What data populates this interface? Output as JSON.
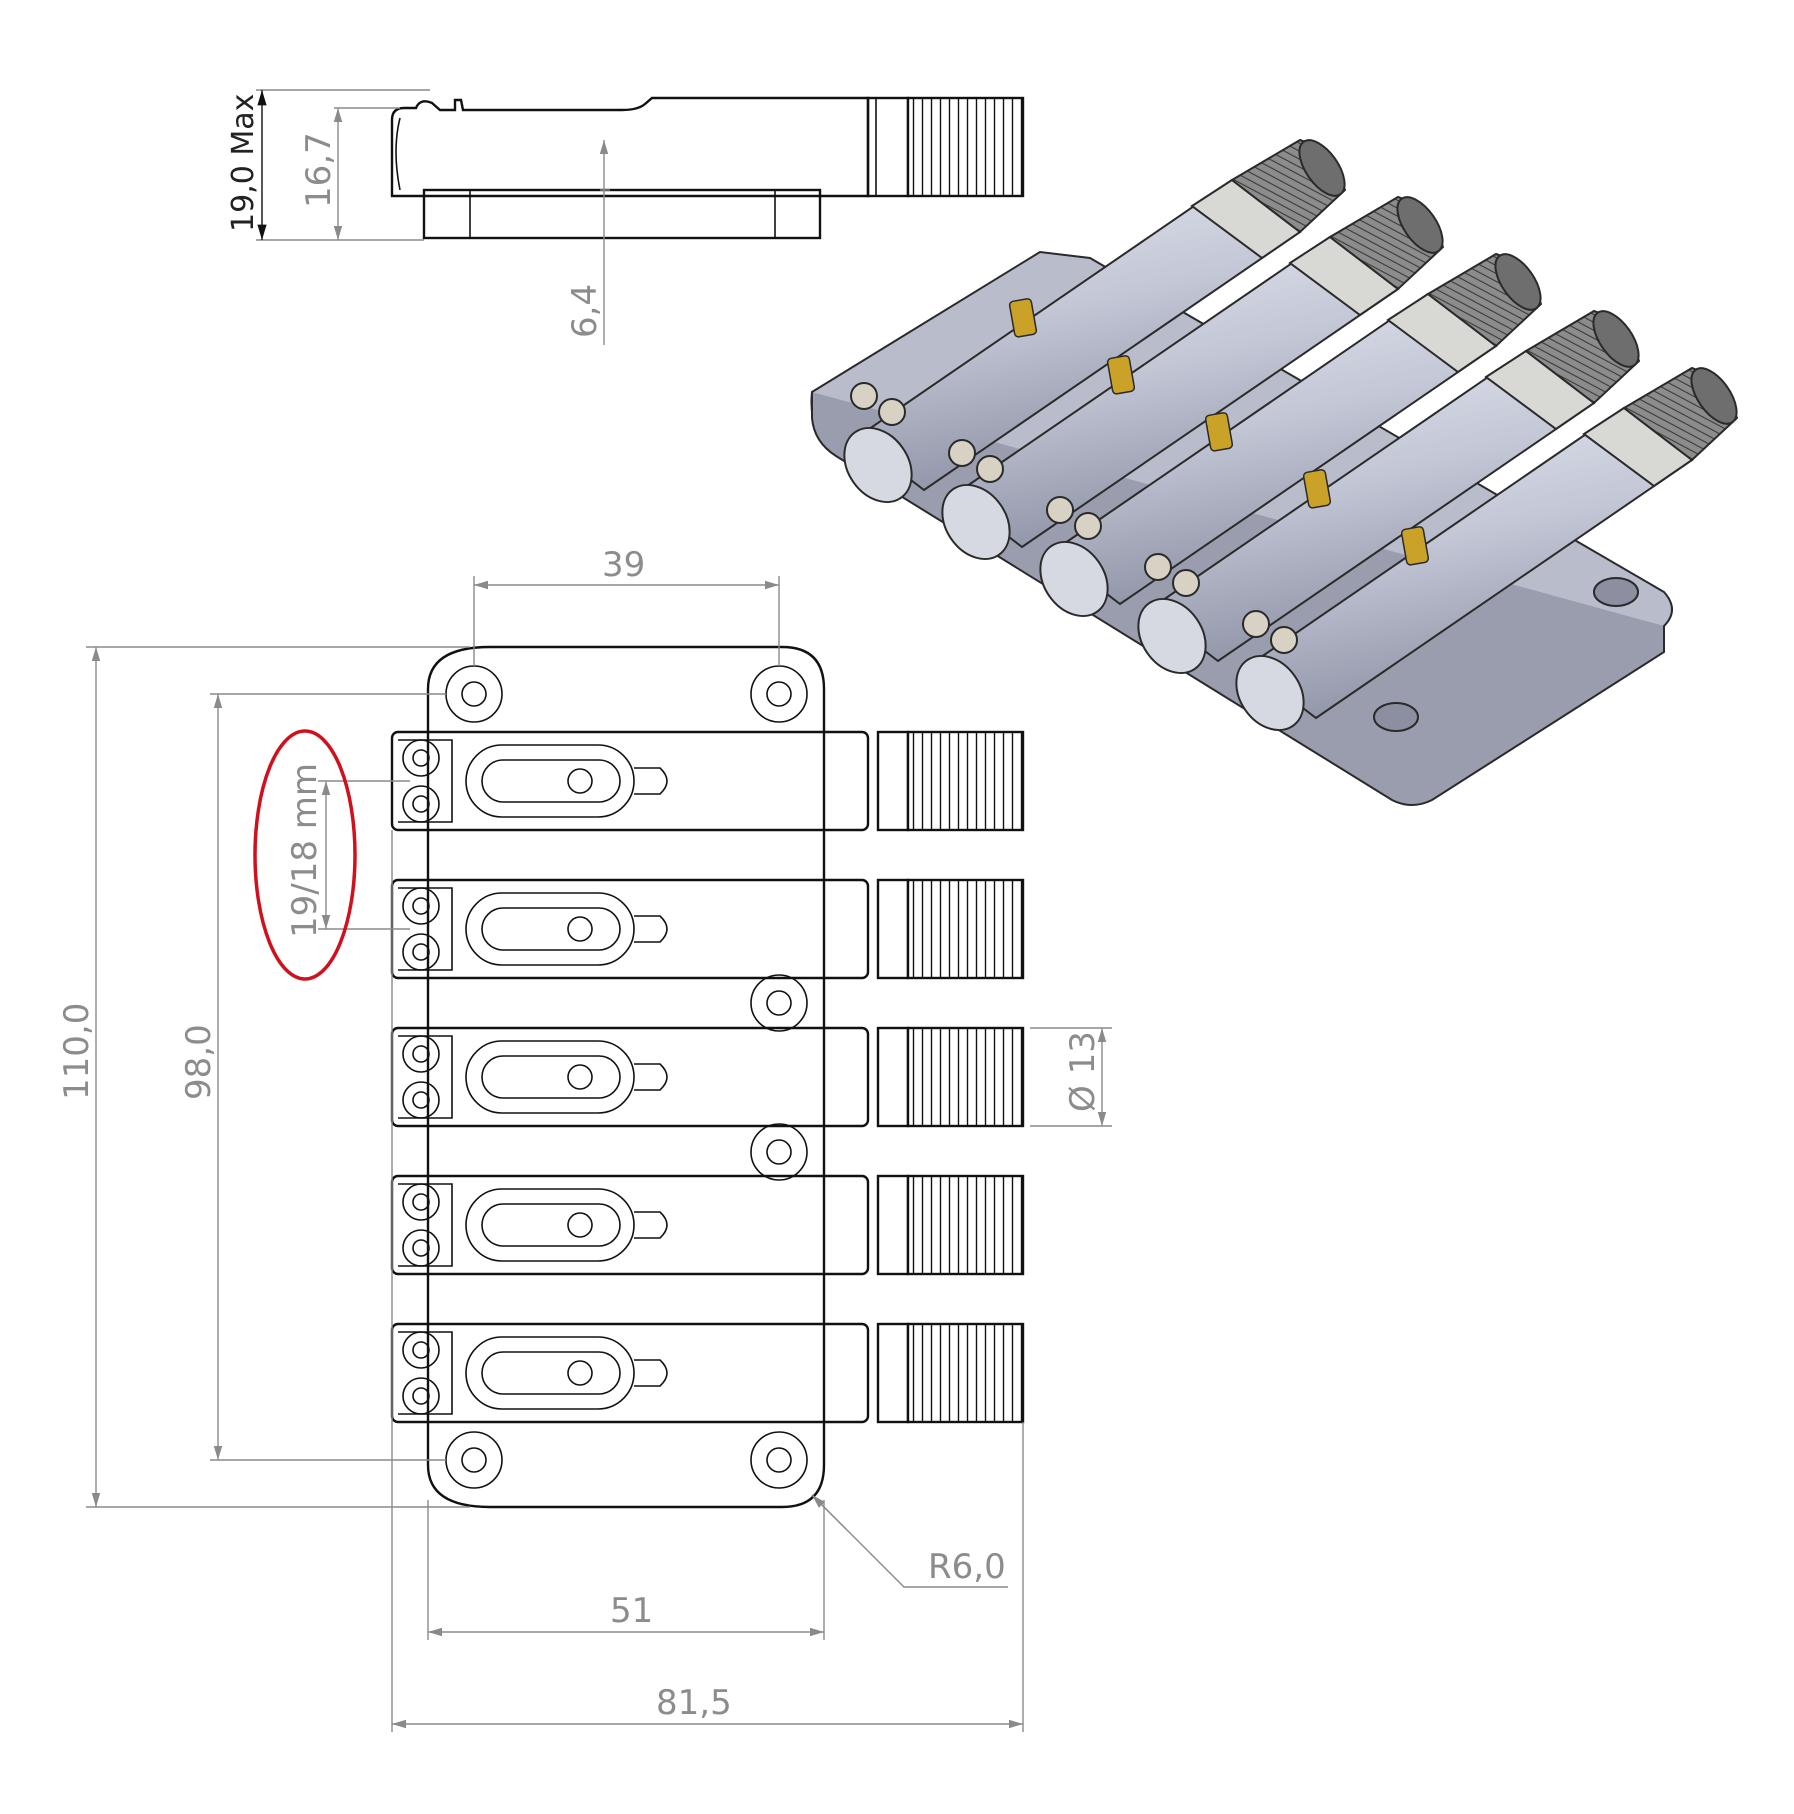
{
  "side_view": {
    "dim_total_height": "19,0 Max",
    "dim_body_height": "16,7",
    "dim_base_thickness": "6,4"
  },
  "top_view": {
    "dim_hole_spacing_top": "39",
    "dim_overall_length": "110,0",
    "dim_hole_spacing_vertical": "98,0",
    "dim_pitch_highlight": "19/18 mm",
    "dim_knob_diameter": "Ø 13",
    "dim_corner_radius": "R6,0",
    "dim_base_width": "51",
    "dim_overall_width": "81,5"
  },
  "highlight": {
    "color": "#d0101c"
  },
  "render": {
    "model_body_color": "#c9ccd8",
    "model_edge_color": "#2a2a2a",
    "brass_color": "#c9a227",
    "screw_color": "#d8d2c4"
  }
}
